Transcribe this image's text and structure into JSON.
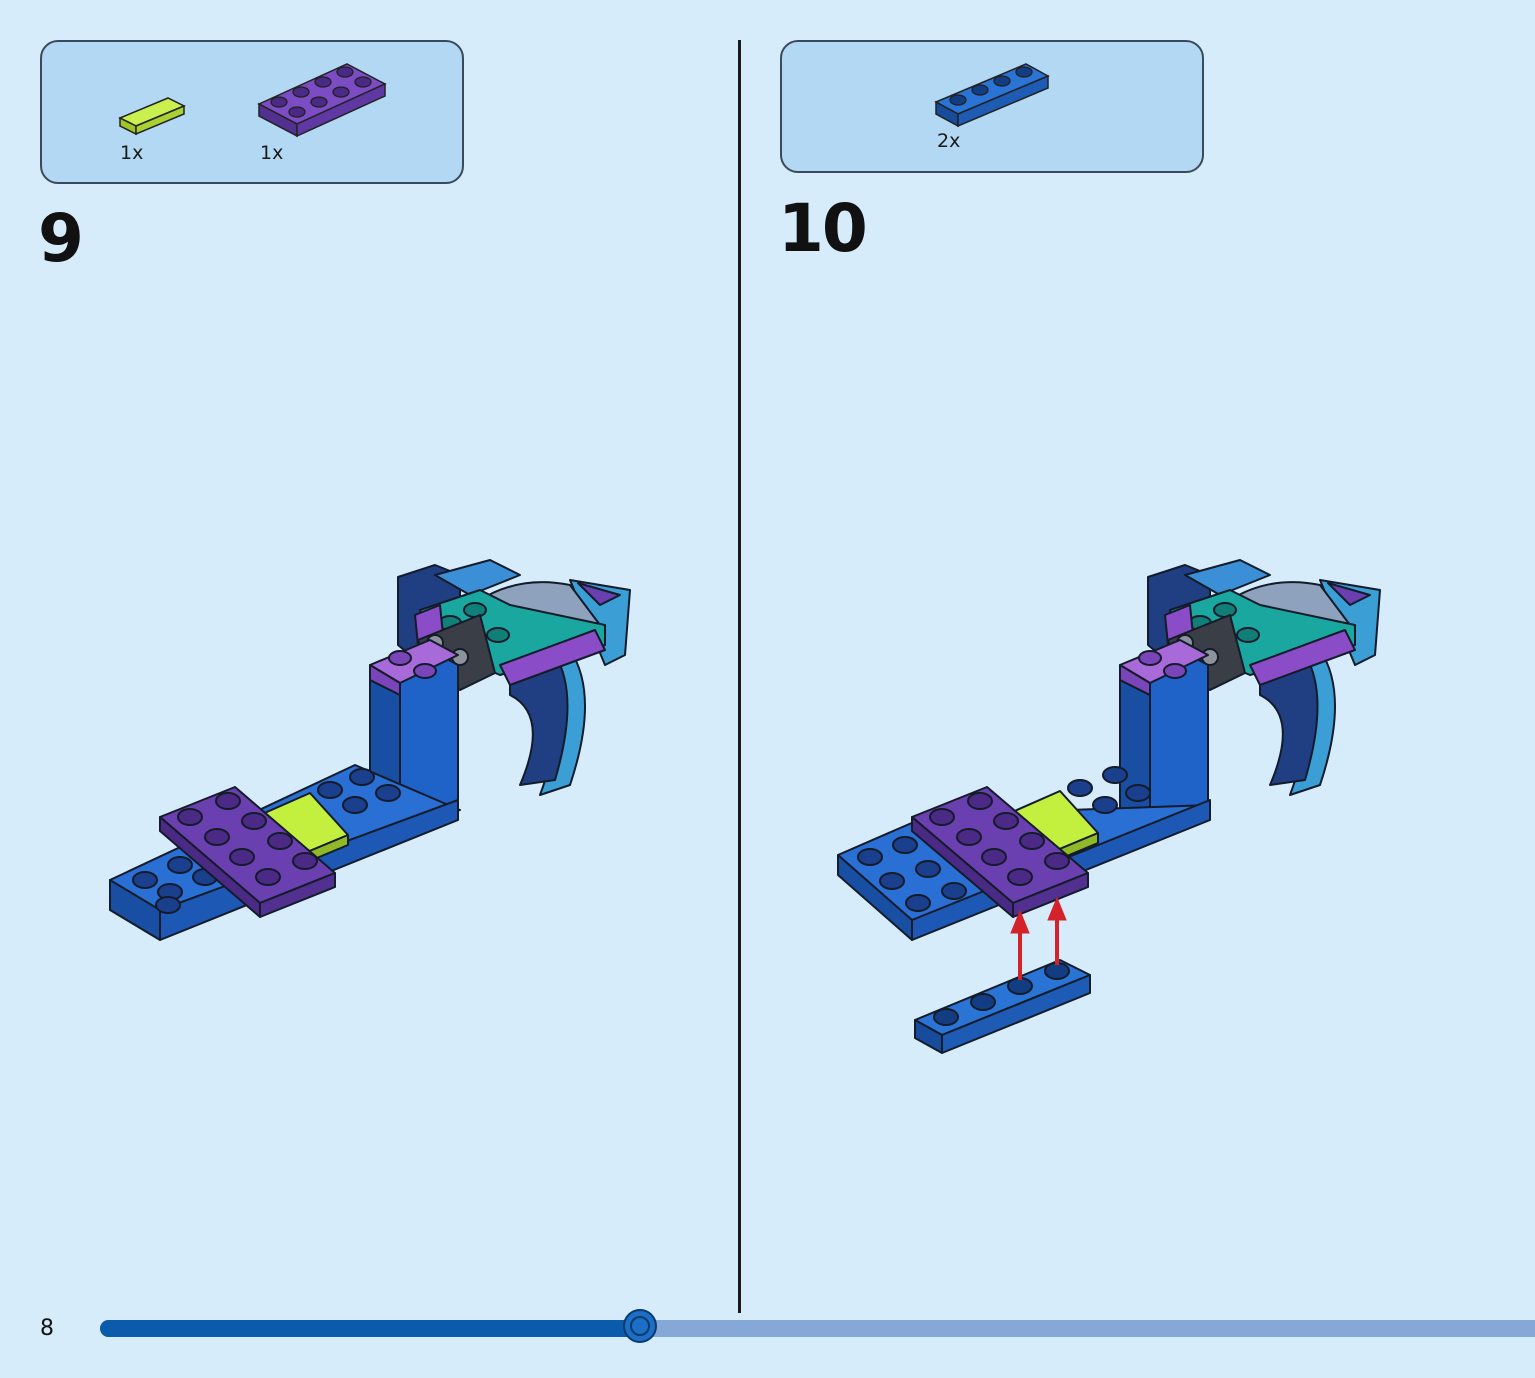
{
  "steps": [
    {
      "number": "9",
      "parts": [
        {
          "qty": "1x",
          "name": "lime-tile-1x2",
          "color": "#b9e53b"
        },
        {
          "qty": "1x",
          "name": "purple-plate-2x4",
          "color": "#6a3fb0"
        }
      ]
    },
    {
      "number": "10",
      "parts": [
        {
          "qty": "2x",
          "name": "blue-plate-1x4",
          "color": "#1f63c8"
        }
      ]
    }
  ],
  "footer": {
    "page_number": "8",
    "progress": 0.376
  },
  "colors": {
    "background": "#d6ecfb",
    "parts_box": "#b3d8f3",
    "blue_brick": "#1f63c8",
    "purple_brick": "#6a3fb0",
    "lime_brick": "#b9e53b",
    "teal_brick": "#1aa7a0",
    "arrow": "#d2232a"
  }
}
